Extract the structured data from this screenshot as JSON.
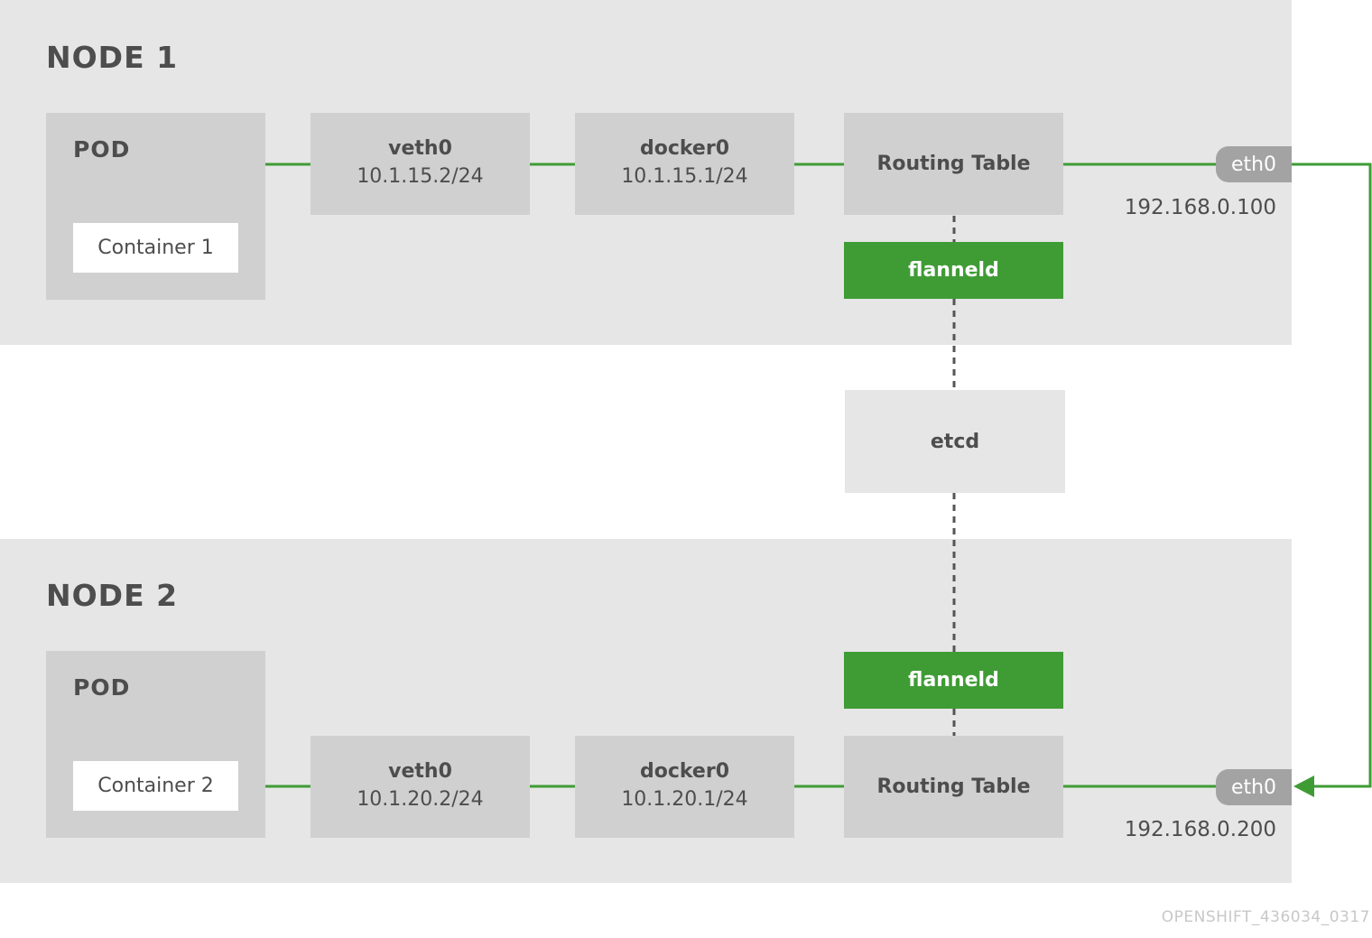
{
  "node1": {
    "title": "NODE 1",
    "pod_label": "POD",
    "container": "Container 1",
    "veth": {
      "name": "veth0",
      "ip": "10.1.15.2/24"
    },
    "docker": {
      "name": "docker0",
      "ip": "10.1.15.1/24"
    },
    "routing": "Routing Table",
    "flanneld": "flanneld",
    "eth": "eth0",
    "host_ip": "192.168.0.100"
  },
  "etcd": "etcd",
  "node2": {
    "title": "NODE 2",
    "pod_label": "POD",
    "container": "Container 2",
    "veth": {
      "name": "veth0",
      "ip": "10.1.20.2/24"
    },
    "docker": {
      "name": "docker0",
      "ip": "10.1.20.1/24"
    },
    "routing": "Routing Table",
    "flanneld": "flanneld",
    "eth": "eth0",
    "host_ip": "192.168.0.200"
  },
  "watermark": "OPENSHIFT_436034_0317",
  "colors": {
    "node_background": "#e6e6e6",
    "box": "#d0d0d0",
    "accent_green": "#3f9c35",
    "eth_tag": "#a3a3a3",
    "text": "#4d4d4d"
  }
}
